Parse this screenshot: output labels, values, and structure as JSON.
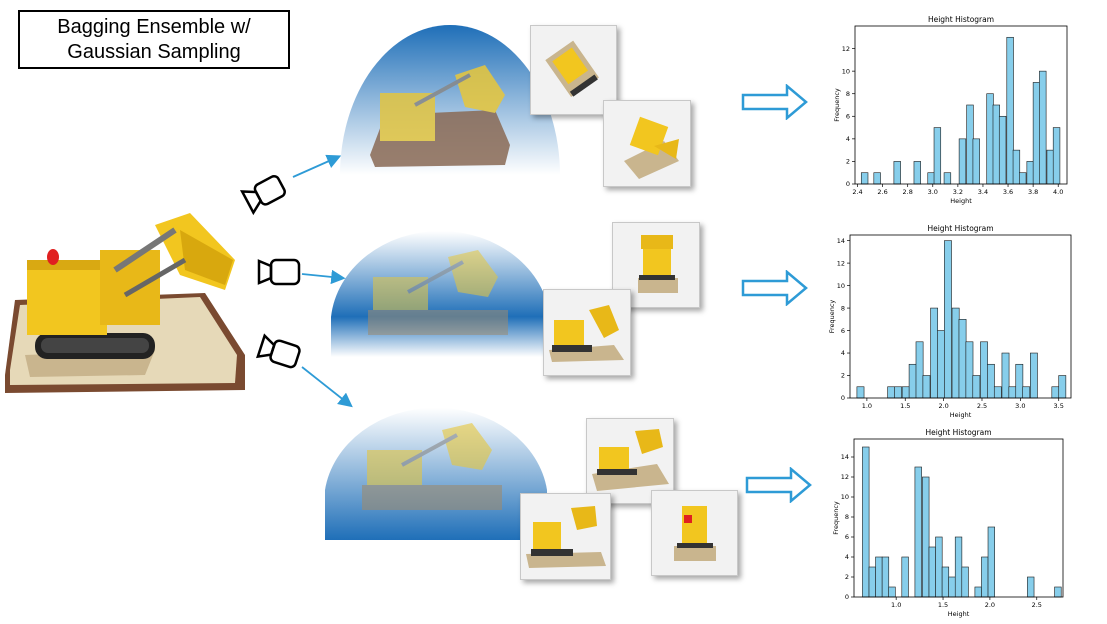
{
  "title": {
    "line1": "Bagging Ensemble w/",
    "line2": "Gaussian Sampling"
  },
  "colors": {
    "arrow": "#2e9bd6",
    "bar_fill": "#87ceeb",
    "bar_edge": "#1a1a1a",
    "dome": "#1f6fb8",
    "lego_yellow": "#f2c61f"
  },
  "icons": [
    "camera-icon",
    "camera-icon",
    "camera-icon",
    "outline-right-arrow-icon"
  ],
  "chart_data": [
    {
      "type": "bar",
      "title": "Height Histogram",
      "xlabel": "Height",
      "ylabel": "Frequency",
      "xlim": [
        2.38,
        4.07
      ],
      "ylim": [
        0,
        14
      ],
      "bin_width": 0.0535,
      "xticks": [
        "2.4",
        "2.6",
        "2.8",
        "3.0",
        "3.2",
        "3.4",
        "3.6",
        "3.8",
        "4.0"
      ],
      "xtick_values": [
        2.4,
        2.6,
        2.8,
        3.0,
        3.2,
        3.4,
        3.6,
        3.8,
        4.0
      ],
      "yticks": [
        "0",
        "2",
        "4",
        "6",
        "8",
        "10",
        "12"
      ],
      "ytick_values": [
        0,
        2,
        4,
        6,
        8,
        10,
        12
      ],
      "bins_x": [
        2.43,
        2.53,
        2.69,
        2.85,
        2.96,
        3.01,
        3.09,
        3.21,
        3.27,
        3.32,
        3.43,
        3.48,
        3.53,
        3.59,
        3.64,
        3.69,
        3.75,
        3.8,
        3.85,
        3.91,
        3.96,
        4.01
      ],
      "values": [
        1,
        1,
        2,
        2,
        1,
        5,
        1,
        4,
        7,
        4,
        8,
        7,
        6,
        13,
        3,
        1,
        2,
        9,
        10,
        3,
        5,
        0
      ]
    },
    {
      "type": "bar",
      "title": "Height Histogram",
      "xlabel": "Height",
      "ylabel": "Frequency",
      "xlim": [
        0.78,
        3.66
      ],
      "ylim": [
        0,
        14.5
      ],
      "bin_width": 0.093,
      "xticks": [
        "1.0",
        "1.5",
        "2.0",
        "2.5",
        "3.0",
        "3.5"
      ],
      "xtick_values": [
        1.0,
        1.5,
        2.0,
        2.5,
        3.0,
        3.5
      ],
      "yticks": [
        "0",
        "2",
        "4",
        "6",
        "8",
        "10",
        "12",
        "14"
      ],
      "ytick_values": [
        0,
        2,
        4,
        6,
        8,
        10,
        12,
        14
      ],
      "bins_x": [
        0.87,
        1.27,
        1.36,
        1.46,
        1.55,
        1.64,
        1.73,
        1.83,
        1.92,
        2.01,
        2.11,
        2.2,
        2.29,
        2.38,
        2.48,
        2.57,
        2.66,
        2.76,
        2.85,
        2.94,
        3.03,
        3.13,
        3.22,
        3.41,
        3.5
      ],
      "values": [
        1,
        1,
        1,
        1,
        3,
        5,
        2,
        8,
        6,
        14,
        8,
        7,
        5,
        2,
        5,
        3,
        1,
        4,
        1,
        3,
        1,
        4,
        0,
        1,
        2
      ]
    },
    {
      "type": "bar",
      "title": "Height Histogram",
      "xlabel": "Height",
      "ylabel": "Frequency",
      "xlim": [
        0.55,
        2.78
      ],
      "ylim": [
        0,
        15.8
      ],
      "bin_width": 0.071,
      "xticks": [
        "1.0",
        "1.5",
        "2.0",
        "2.5"
      ],
      "xtick_values": [
        1.0,
        1.5,
        2.0,
        2.5
      ],
      "yticks": [
        "0",
        "2",
        "4",
        "6",
        "8",
        "10",
        "12",
        "14"
      ],
      "ytick_values": [
        0,
        2,
        4,
        6,
        8,
        10,
        12,
        14
      ],
      "bins_x": [
        0.64,
        0.71,
        0.78,
        0.85,
        0.92,
        1.06,
        1.2,
        1.28,
        1.35,
        1.42,
        1.49,
        1.56,
        1.63,
        1.7,
        1.84,
        1.91,
        1.98,
        2.4,
        2.69
      ],
      "values": [
        15,
        3,
        4,
        4,
        1,
        4,
        13,
        12,
        5,
        6,
        3,
        2,
        6,
        3,
        1,
        4,
        7,
        2,
        1
      ]
    }
  ]
}
